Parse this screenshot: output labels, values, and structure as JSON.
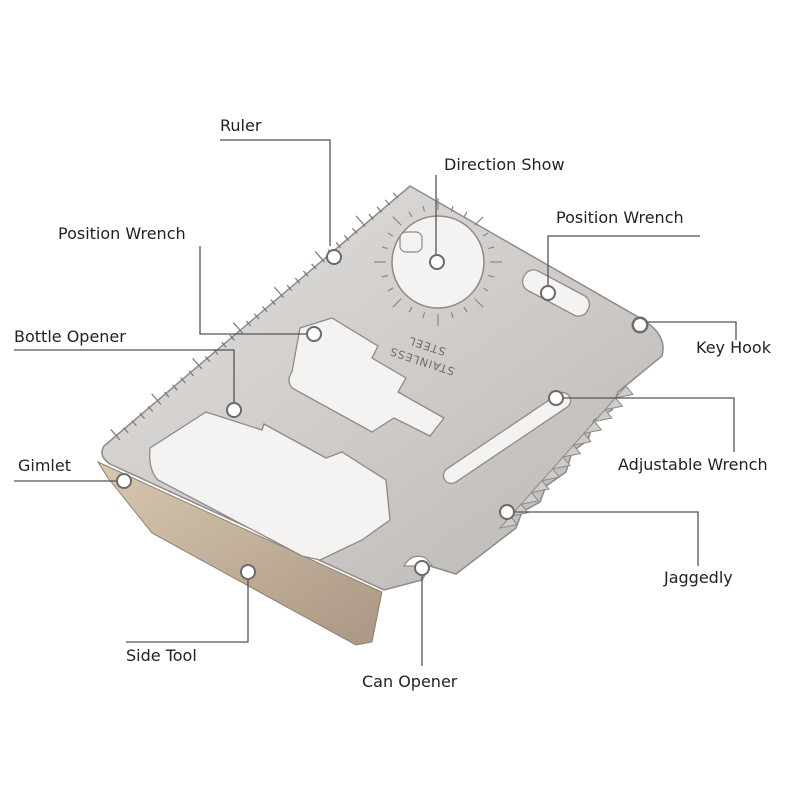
{
  "labels": {
    "ruler": "Ruler",
    "direction_show": "Direction Show",
    "position_wrench_left": "Position Wrench",
    "position_wrench_right": "Position Wrench",
    "bottle_opener": "Bottle Opener",
    "key_hook": "Key Hook",
    "gimlet": "Gimlet",
    "adjustable_wrench": "Adjustable Wrench",
    "jaggedly": "Jaggedly",
    "side_tool": "Side Tool",
    "can_opener": "Can Opener"
  },
  "engraving": {
    "line1": "STAINLESS",
    "line2": "STEEL"
  },
  "colors": {
    "steel_light": "#d8d6d4",
    "steel_mid": "#bfbcba",
    "steel_dark": "#9a9795",
    "edge_brown": "#c9b49a",
    "leader_line": "#555555"
  }
}
